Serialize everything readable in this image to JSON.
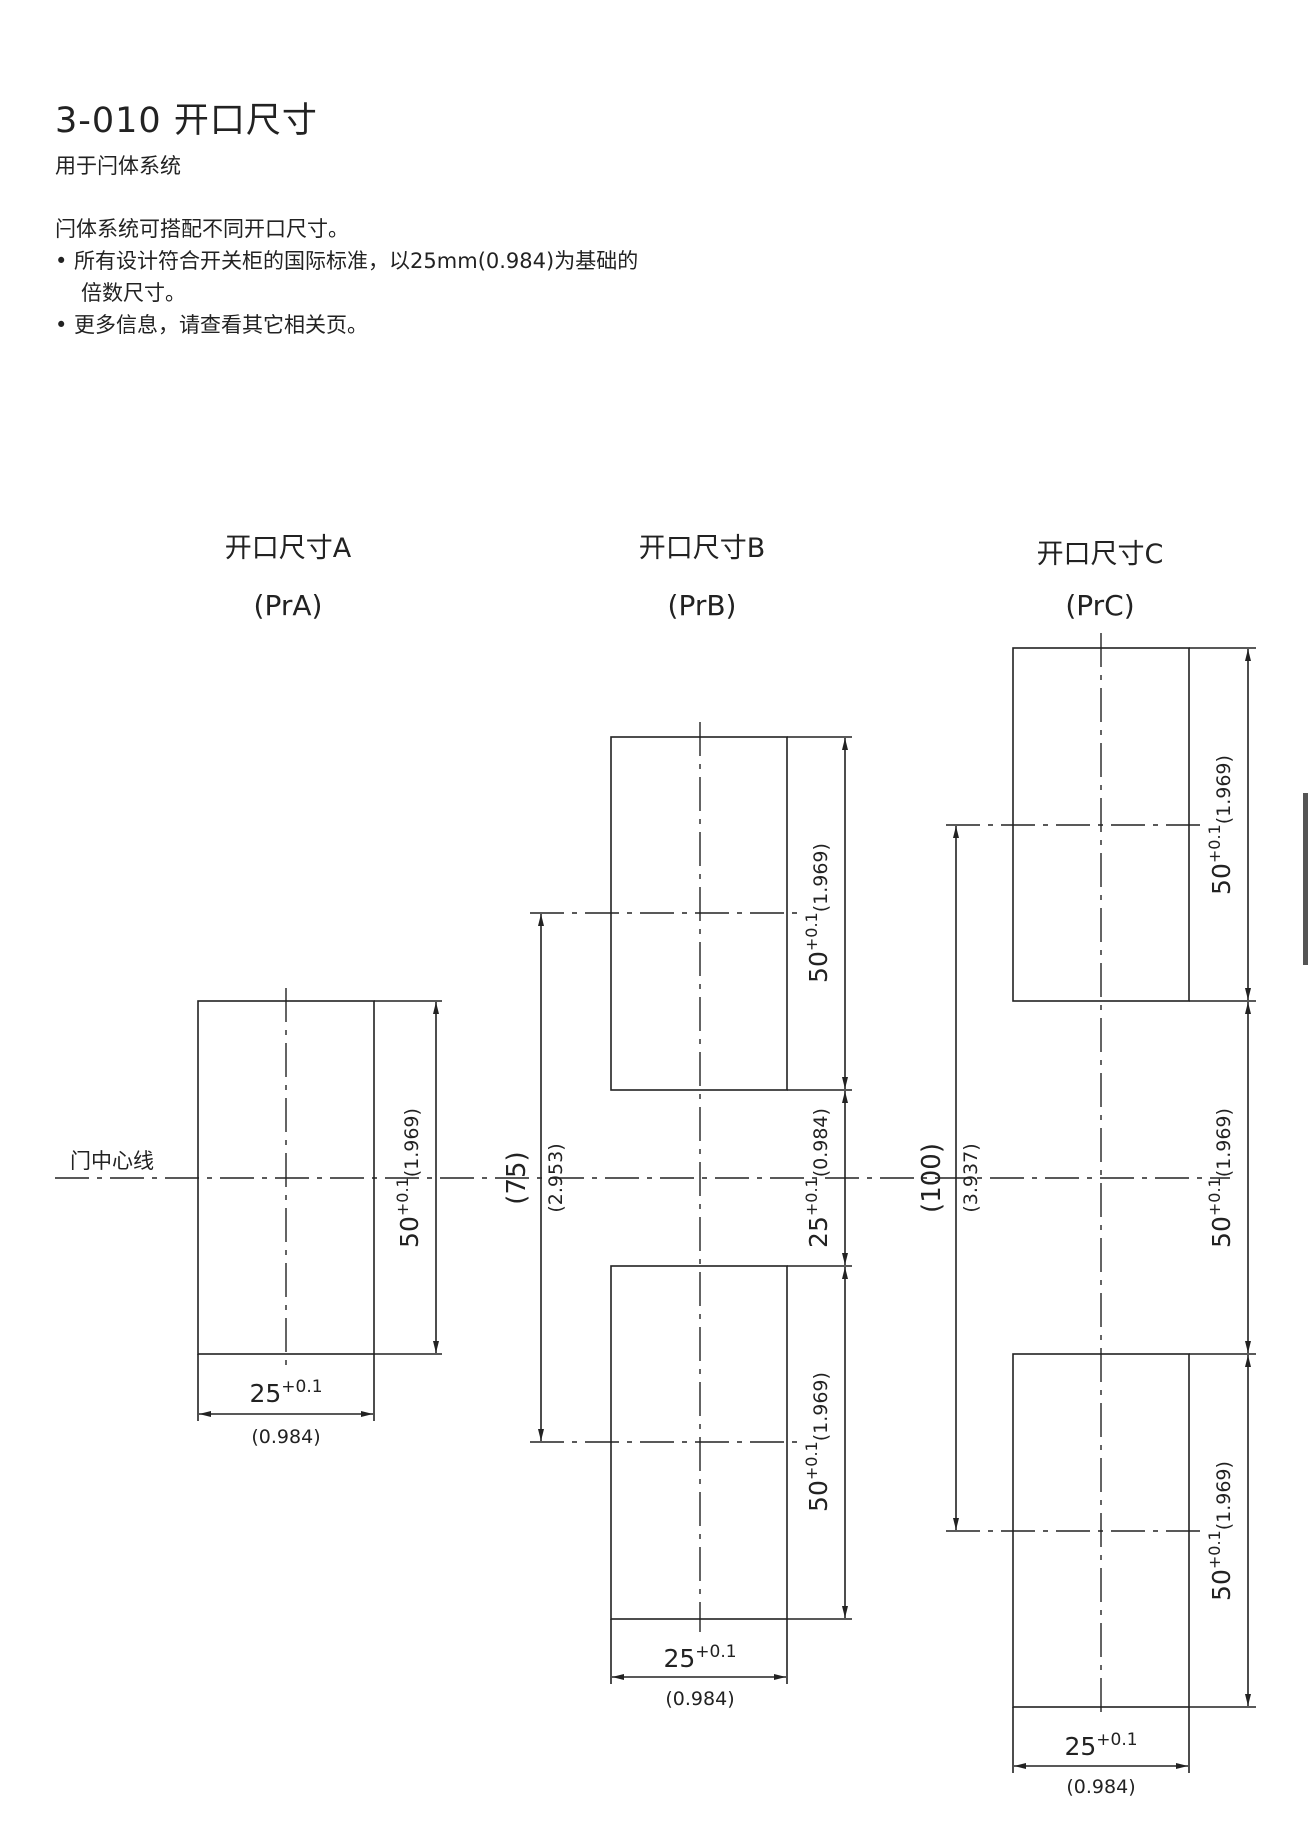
{
  "header": {
    "title": "3-010 开口尺寸",
    "subtitle": "用于闩体系统"
  },
  "intro": {
    "lead": "闩体系统可搭配不同开口尺寸。",
    "bullet1": "• 所有设计符合开关柜的国际标准，以25mm(0.984)为基础的倍数尺寸。",
    "bullet2": "• 更多信息，请查看其它相关页。"
  },
  "diagram": {
    "centerline_label": "门中心线",
    "panels": [
      {
        "name": "开口尺寸A",
        "code": "(PrA)",
        "width_main": "25",
        "width_tol": "+0.1",
        "width_inch": "(0.984)",
        "height_main": "50",
        "height_tol": "+0.1",
        "height_inch": "(1.969)"
      },
      {
        "name": "开口尺寸B",
        "code": "(PrB)",
        "width_main": "25",
        "width_tol": "+0.1",
        "width_inch": "(0.984)",
        "height_main": "50",
        "height_tol": "+0.1",
        "height_inch": "(1.969)",
        "gap_main": "25",
        "gap_tol": "+0.1",
        "gap_inch": "(0.984)",
        "span_main": "(75)",
        "span_inch": "(2.953)"
      },
      {
        "name": "开口尺寸C",
        "code": "(PrC)",
        "width_main": "25",
        "width_tol": "+0.1",
        "width_inch": "(0.984)",
        "height_main": "50",
        "height_tol": "+0.1",
        "height_inch": "(1.969)",
        "span_main": "(100)",
        "span_inch": "(3.937)"
      }
    ]
  }
}
